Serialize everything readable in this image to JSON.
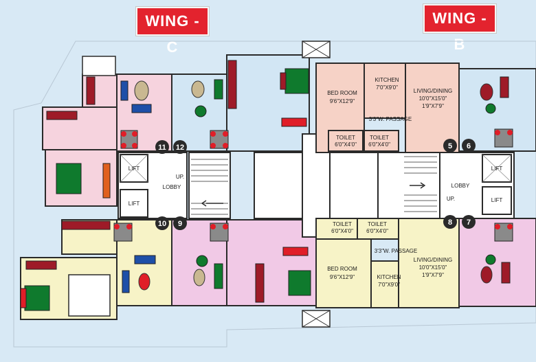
{
  "wings": {
    "left": "WING - C",
    "right": "WING - B"
  },
  "flat_numbers": [
    "11",
    "12",
    "10",
    "9",
    "5",
    "6",
    "8",
    "7"
  ],
  "rooms": {
    "upper": {
      "bedroom_name": "BED ROOM",
      "bedroom_size": "9'6\"X12'9\"",
      "kitchen_name": "KITCHEN",
      "kitchen_size": "7'0\"X9'0\"",
      "living_name": "LIVING/DINING",
      "living_size_1": "10'0\"X15'0\"",
      "living_size_2": "1'9\"X7'9\"",
      "passage": "3'3\"W. PASSAGE",
      "toilet_1_name": "TOILET",
      "toilet_1_size": "6'0\"X4'0\"",
      "toilet_2_name": "TOILET",
      "toilet_2_size": "6'0\"X4'0\""
    },
    "lower": {
      "toilet_1_name": "TOILET",
      "toilet_1_size": "6'0\"X4'0\"",
      "toilet_2_name": "TOILET",
      "toilet_2_size": "6'0\"X4'0\"",
      "passage": "3'3\"W. PASSAGE",
      "bedroom_name": "BED ROOM",
      "bedroom_size": "9'6\"X12'9\"",
      "kitchen_name": "KITCHEN",
      "kitchen_size": "7'0\"X9'0\"",
      "living_name": "LIVING/DINING",
      "living_size_1": "10'0\"X15'0\"",
      "living_size_2": "1'9\"X7'9\""
    }
  },
  "core": {
    "lift": "LIFT",
    "lobby": "LOBBY",
    "up": "UP."
  },
  "colors": {
    "pink_flat": "#f6d3de",
    "peach_flat": "#f6d2c6",
    "yellow_flat": "#f7f3c7",
    "blue_flat": "#d2e6f4",
    "magenta_flat": "#f1c9e6",
    "wall": "#2a2a2a",
    "badge_red": "#e3232e"
  }
}
